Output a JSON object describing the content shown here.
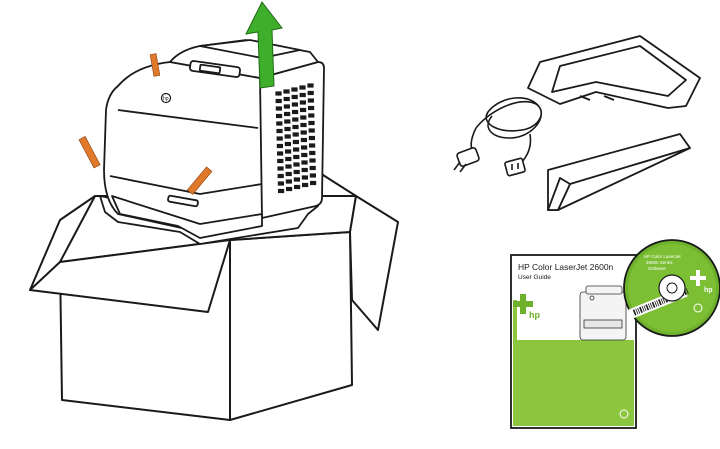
{
  "colors": {
    "line": "#1a1a1a",
    "arrow": "#3fae2a",
    "tape": "#e07a2a",
    "guide_green": "#8cc63f",
    "guide_green_dark": "#6fb02c",
    "cd_green": "#6fb02c"
  },
  "guide": {
    "title": "HP Color LaserJet 2600n",
    "subtitle": "User Guide",
    "brand": "hp"
  },
  "cd": {
    "brand": "hp",
    "label_lines": [
      "HP Color LaserJet",
      "2600n Series",
      "Software"
    ]
  },
  "icons": [
    "arrow-up-icon",
    "hp-logo-icon"
  ]
}
